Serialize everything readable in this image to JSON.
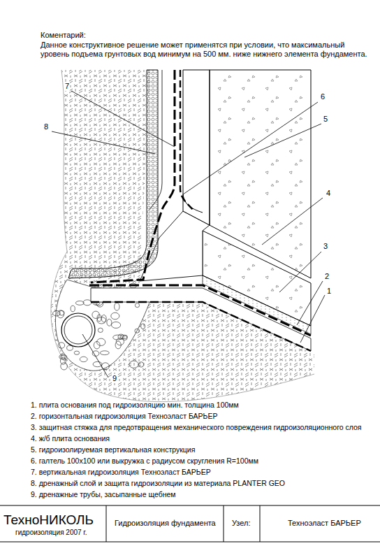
{
  "diagram": {
    "labels": [
      "Коментарий:",
      "Данное конструктивное решение может применятся при условии, что максимальный уровень подъема грунтовых вод минимум на 500 мм. ниже нижнего элемента фундамента.",
      "7",
      "8",
      "6",
      "5",
      "4",
      "3",
      "2",
      "1",
      "9",
      "1. плита основания под гидроизоляцию мин. толщина 100мм",
      "2. горизонтальная гидроизоляция Техноэласт БАРЬЕР",
      "3. защитная стяжка для предотвращения механического повреждения гидроизоляционного слоя",
      "4. ж/б плита основания",
      "5. гидроизолируемая вертикальная конструкция",
      "6. галтель 100х100 или выкружка с радиусом скругления R=100мм",
      "7. вертикальная гидроизоляция Техноэласт БАРЬЕР",
      "8. дренажный слой и защита гидроизоляции из материала PLANTER GEO",
      "9. дренажные трубы, засыпанные щебнем",
      "ТехноНИКОЛЬ",
      "гидроизоляция 2007 г.",
      "Гидроизоляция фундамента",
      "Узел:",
      "Техноэласт БАРЬЕР"
    ]
  }
}
